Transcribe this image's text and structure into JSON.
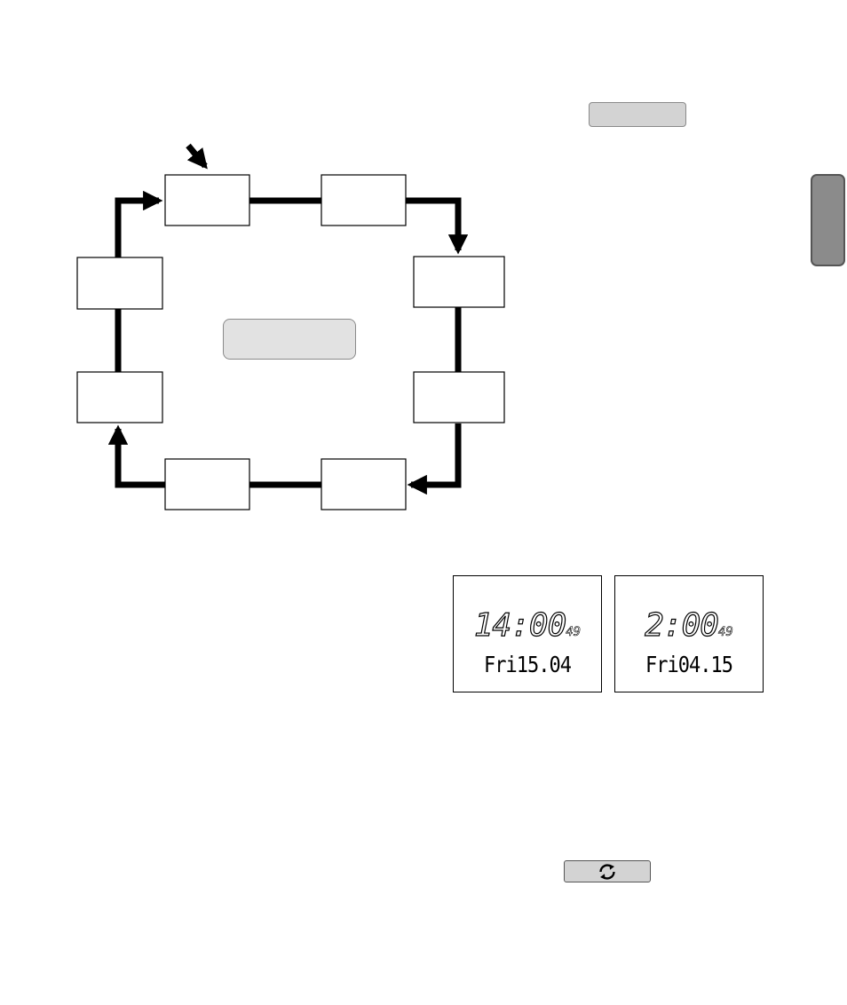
{
  "buttons": {
    "top_button": {
      "label": ""
    },
    "center_button": {
      "label": ""
    },
    "refresh_button": {
      "icon": "refresh-icon"
    }
  },
  "side_tab": {
    "color": "#8b8b8b"
  },
  "cycle_diagram": {
    "boxes": [
      {
        "id": "box-1",
        "label": ""
      },
      {
        "id": "box-2",
        "label": ""
      },
      {
        "id": "box-3",
        "label": ""
      },
      {
        "id": "box-4",
        "label": ""
      },
      {
        "id": "box-5",
        "label": ""
      },
      {
        "id": "box-6",
        "label": ""
      },
      {
        "id": "box-7",
        "label": ""
      },
      {
        "id": "box-8",
        "label": ""
      }
    ],
    "entry_arrow_icon": "arrow-down-right-icon"
  },
  "displays": [
    {
      "time": "14:00",
      "seconds": "49",
      "date": "Fri15.04"
    },
    {
      "time": "2:00",
      "seconds": "49",
      "date": "Fri04.15"
    }
  ]
}
